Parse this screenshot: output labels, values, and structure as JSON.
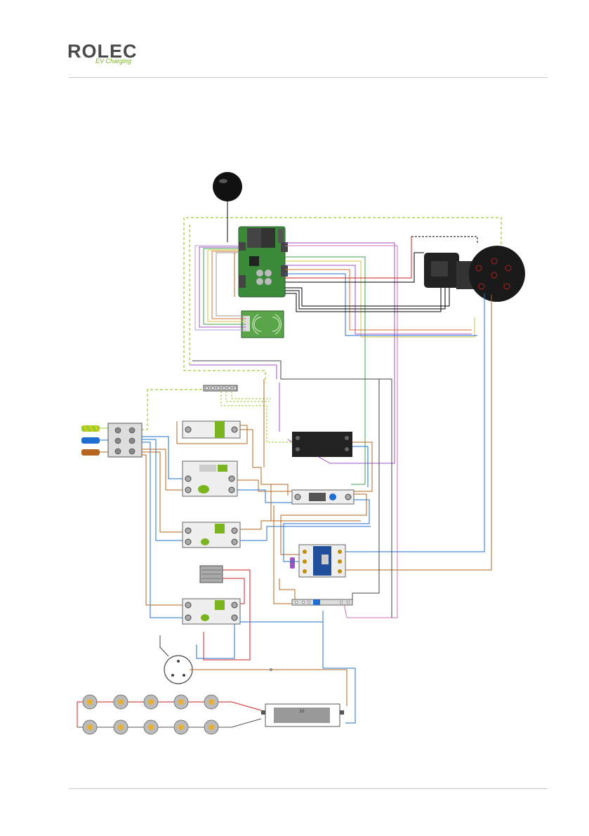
{
  "header": {
    "logo_text": "ROLEC",
    "logo_subtext": "EV Charging",
    "brand_color": "#4a4a4a",
    "accent_color": "#7ab51d"
  },
  "diagram": {
    "module_label": "10"
  },
  "colors": {
    "earth": "#9acd32",
    "neutral": "#1f6fd1",
    "live": "#b5651d",
    "signal_purple": "#a050c8",
    "signal_pink": "#d070b0",
    "signal_green": "#3fa34d",
    "signal_red": "#d02020",
    "signal_black": "#000000",
    "pcb_green": "#3a8a3a"
  }
}
